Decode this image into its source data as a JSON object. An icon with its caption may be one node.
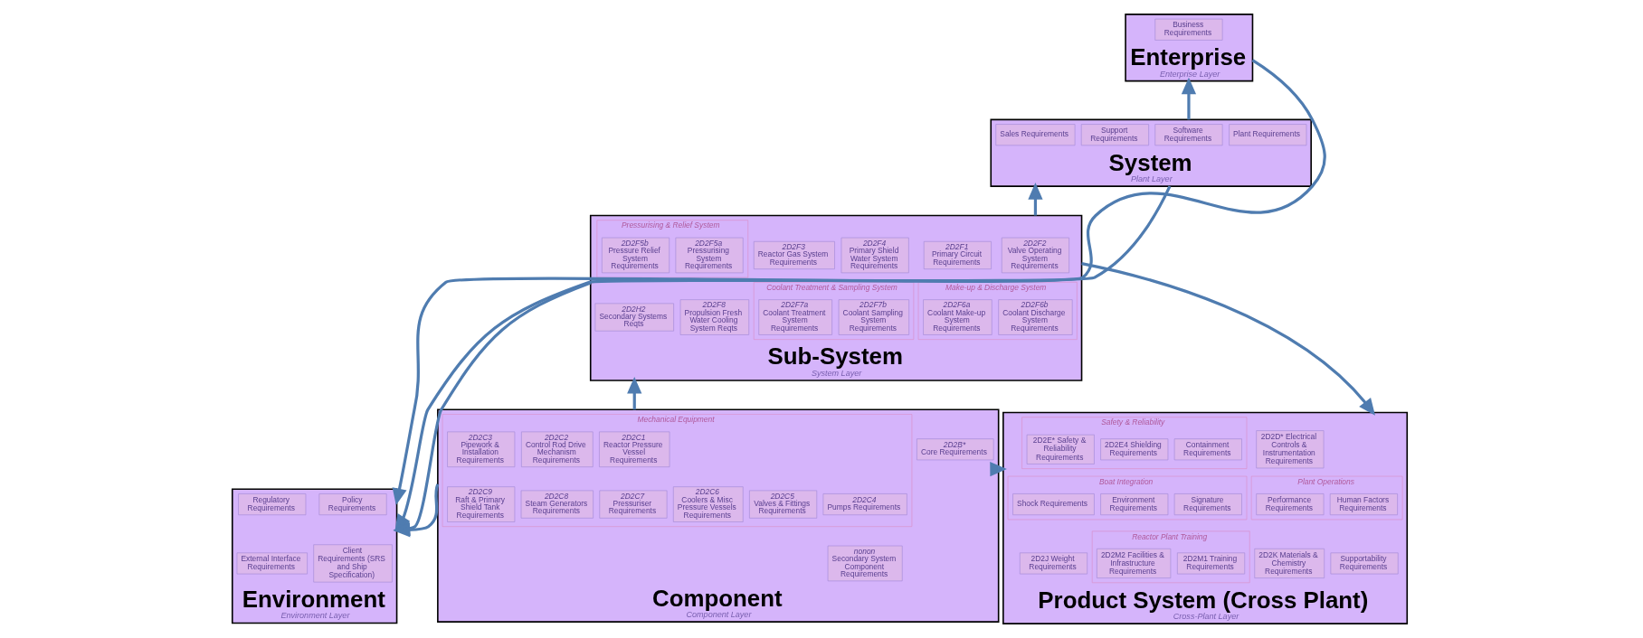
{
  "diagram": {
    "nodes": [
      {
        "text": [
          "Environment",
          "Environment Layer"
        ]
      },
      {
        "text": [
          "Policy Requirements"
        ],
        "in": 0
      },
      {
        "text": [
          "Regulatory Requirements"
        ],
        "in": 0
      },
      {
        "text": [
          "Client Requirements (SRS and Ship Specification)"
        ],
        "in": 0
      },
      {
        "text": [
          "External Interface Requirements"
        ],
        "in": 0
      },
      {
        "text": [
          "Enterprise",
          "Enterprise Layer"
        ]
      },
      {
        "text": [
          "Business Requirements"
        ],
        "in": 5
      },
      {
        "text": [
          "System",
          "Plant Layer"
        ]
      },
      {
        "text": [
          "Plant Requirements"
        ],
        "in": 7
      },
      {
        "text": [
          "Software Requirements"
        ],
        "in": 7
      },
      {
        "text": [
          "Support Requirements"
        ],
        "in": 7
      },
      {
        "text": [
          "Sales Requirements"
        ],
        "in": 7
      },
      {
        "text": [
          "Sub-System",
          "System Layer"
        ]
      },
      {
        "text": [
          "2D2F1",
          "Primary Circuit Requirements"
        ],
        "in": 12
      },
      {
        "text": [
          "2D2F2",
          "Valve Operating System Requirements"
        ],
        "in": 12
      },
      {
        "text": [
          "2D2F3",
          "Reactor Gas System Requirements"
        ],
        "in": 12
      },
      {
        "text": [
          "2D2F4",
          "Primary Shield Water System Requirements"
        ],
        "in": 12
      },
      {
        "text": [
          "Pressurising & Relief System"
        ],
        "in": 12
      },
      {
        "text": [
          "2D2F5a",
          "Pressurising System Requirements"
        ],
        "in": 17
      },
      {
        "text": [
          "2D2F5b",
          "Pressure Relief System Requirements"
        ],
        "in": 17
      },
      {
        "text": [
          "Make-up & Discharge System"
        ],
        "in": 12
      },
      {
        "text": [
          "2D2F6a",
          "Coolant Make-up System Requirements"
        ],
        "in": 20
      },
      {
        "text": [
          "2D2F6b",
          "Coolant Discharge System Requirements"
        ],
        "in": 20
      },
      {
        "text": [
          "Coolant Treatment & Sampling System"
        ],
        "in": 12
      },
      {
        "text": [
          "2D2F7a",
          "Coolant Treatment System Requirements"
        ],
        "in": 23
      },
      {
        "text": [
          "2D2F7b",
          "Coolant Sampling System Requirements"
        ],
        "in": 23
      },
      {
        "text": [
          "2D2F8",
          "Propulsion Fresh Water Cooling System Reqts"
        ],
        "in": 12
      },
      {
        "text": [
          "2D2H2",
          "Secondary Systems Reqts"
        ],
        "in": 12
      },
      {
        "text": [
          "Component",
          "Component Layer"
        ]
      },
      {
        "text": [
          "2D2B*",
          "Core Requirements"
        ],
        "in": 28
      },
      {
        "text": [
          "Mechanical Equipment"
        ],
        "in": 28
      },
      {
        "text": [
          "2D2C1",
          "Reactor Pressure Vessel Requirements"
        ],
        "in": 30
      },
      {
        "text": [
          "2D2C2",
          "Control Rod Drive Mechanism Requirements"
        ],
        "in": 30
      },
      {
        "text": [
          "2D2C3",
          "Pipework & Installation Requirements"
        ],
        "in": 30
      },
      {
        "text": [
          "2D2C4",
          "Pumps Requirements"
        ],
        "in": 30
      },
      {
        "text": [
          "2D2C5",
          "Valves & Fittings Requirements"
        ],
        "in": 30
      },
      {
        "text": [
          "2D2C6",
          "Coolers & Misc Pressure Vessels Requirements"
        ],
        "in": 30
      },
      {
        "text": [
          "2D2C7",
          "Pressuriser Requirements"
        ],
        "in": 30
      },
      {
        "text": [
          "2D2C8",
          "Steam Generators Requirements"
        ],
        "in": 30
      },
      {
        "text": [
          "2D2C9",
          "Raft & Primary Shield Tank Requirements"
        ],
        "in": 30
      },
      {
        "text": [
          "nonon",
          "Secondary System Component Requirements"
        ],
        "in": 28
      },
      {
        "text": [
          "Product System (Cross Plant)",
          "Cross-Plant Layer"
        ]
      },
      {
        "text": [
          "2D2D* Electrical Controls & Instrumentation Requirements"
        ],
        "in": 41
      },
      {
        "text": [
          "Safety & Reliability"
        ],
        "in": 41
      },
      {
        "text": [
          "2D2E* Safety & Reliability Requirements"
        ],
        "in": 43
      },
      {
        "text": [
          "Containment Requirements"
        ],
        "in": 43
      },
      {
        "text": [
          "2D2E4 Shielding Requirements"
        ],
        "in": 43
      },
      {
        "text": [
          "Plant Operations"
        ],
        "in": 41
      },
      {
        "text": [
          "Human Factors Requirements"
        ],
        "in": 47
      },
      {
        "text": [
          "Performance Requirements"
        ],
        "in": 47
      },
      {
        "text": [
          "Boat Integration"
        ],
        "in": 41
      },
      {
        "text": [
          "Shock Requirements"
        ],
        "in": 50
      },
      {
        "text": [
          "Signature Requirements"
        ],
        "in": 50
      },
      {
        "text": [
          "Environment Requirements"
        ],
        "in": 50
      },
      {
        "text": [
          "Supportability Requirements"
        ],
        "in": 41
      },
      {
        "text": [
          "2D2K Materials & Chemistry Requirements"
        ],
        "in": 41
      },
      {
        "text": [
          "2D2J Weight Requirements"
        ],
        "in": 41
      },
      {
        "text": [
          "Reactor Plant Training"
        ],
        "in": 41
      },
      {
        "text": [
          "2D2M1 Training Requirements"
        ],
        "in": 57
      },
      {
        "text": [
          "2D2M2 Facilities & Infrastructure Requirements"
        ],
        "in": 57
      }
    ],
    "edges": [
      {
        "from": 5,
        "to": 0,
        "arrow": "to"
      },
      {
        "from": 7,
        "to": 5,
        "arrow": "to"
      },
      {
        "from": 7,
        "to": 0,
        "arrow": "to"
      },
      {
        "from": 12,
        "to": 7,
        "arrow": "to"
      },
      {
        "from": 12,
        "to": 0,
        "arrow": "to"
      },
      {
        "from": 12,
        "to": 41,
        "arrow": "to"
      },
      {
        "from": 28,
        "to": 12,
        "arrow": "to"
      },
      {
        "from": 28,
        "to": 0,
        "arrow": "to"
      },
      {
        "from": 28,
        "to": 41,
        "arrow": "to"
      }
    ]
  }
}
